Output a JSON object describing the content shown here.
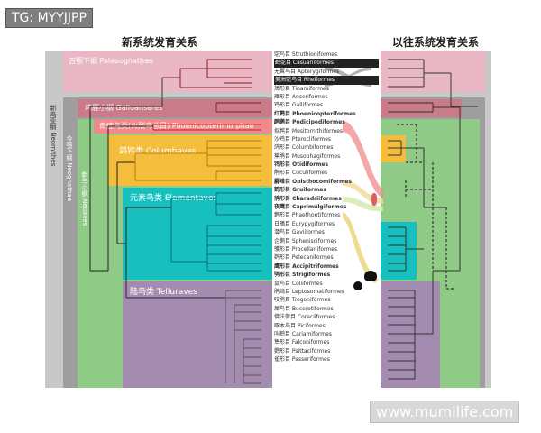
{
  "watermark_tl": "TG: MYYJJPP",
  "watermark_br": "www.mumilife.com",
  "titles": {
    "left": "新系统发育关系",
    "right": "以往系统发育关系"
  },
  "groups": {
    "palaeognathae": "古颚下纲 Palaeognathae",
    "galloanserae": "鸡雁小纲 Galloanseres",
    "phoenicopterimorphae": "奇迹鸟类(火烈鸟总目) Phoenicopterimorphae",
    "columbaves": "鸽鸨类 Columbaves",
    "elementaves": "元素鸟类 Elementaves",
    "telluraves": "陆鸟类 Telluraves"
  },
  "vertical_labels": {
    "neornithes": "新鸟亚纲 Neornithes",
    "neognathae": "今颚下纲 Neognathae",
    "neoaves": "新鸟小纲 Neoaves"
  },
  "orders": [
    {
      "text": "鸵鸟目 Struthioniformes",
      "style": "plain"
    },
    {
      "text": "鹤鸵目 Casuariiformes",
      "style": "hl"
    },
    {
      "text": "无翼鸟目 Apterygiformes",
      "style": "plain"
    },
    {
      "text": "美洲鸵鸟目 Rheiformes",
      "style": "hl"
    },
    {
      "text": "鴂形目 Tinamiformes",
      "style": "plain"
    },
    {
      "text": "雁形目 Anseriformes",
      "style": "plain"
    },
    {
      "text": "鸡形目 Galliformes",
      "style": "plain"
    },
    {
      "text": "红鹳目 Phoenicopteriformes",
      "style": "bold"
    },
    {
      "text": "䴙䴘目 Podicipediformes",
      "style": "bold"
    },
    {
      "text": "拟鹑目 Mesitornithiformes",
      "style": "plain"
    },
    {
      "text": "沙鸡目 Pterocliformes",
      "style": "plain"
    },
    {
      "text": "鸽形目 Columbiformes",
      "style": "plain"
    },
    {
      "text": "蕉鹃目 Musophagiformes",
      "style": "plain"
    },
    {
      "text": "鸨形目 Otidiformes",
      "style": "bold"
    },
    {
      "text": "鹃形目 Cuculiformes",
      "style": "plain"
    },
    {
      "text": "麝雉目 Opisthocomiformes",
      "style": "bold"
    },
    {
      "text": "鹤形目 Gruiformes",
      "style": "bold"
    },
    {
      "text": "鸻形目 Charadriiformes",
      "style": "bold"
    },
    {
      "text": "夜鹰目 Caprimulgiformes",
      "style": "bold"
    },
    {
      "text": "鹲形目 Phaethontiformes",
      "style": "plain"
    },
    {
      "text": "日鳽目 Eurypygiformes",
      "style": "plain"
    },
    {
      "text": "潜鸟目 Gaviiformes",
      "style": "plain"
    },
    {
      "text": "企鹅目 Sphenisciformes",
      "style": "plain"
    },
    {
      "text": "鹱形目 Procellariiformes",
      "style": "plain"
    },
    {
      "text": "鹈形目 Pelecaniformes",
      "style": "plain"
    },
    {
      "text": "鹰形目 Accipitriformes",
      "style": "bold"
    },
    {
      "text": "鸮形目 Strigiformes",
      "style": "bold"
    },
    {
      "text": "鼠鸟目 Coliiformes",
      "style": "plain"
    },
    {
      "text": "鹃鴗目 Leptosomatiformes",
      "style": "plain"
    },
    {
      "text": "咬鹃目 Trogoniformes",
      "style": "plain"
    },
    {
      "text": "犀鸟目 Bucerotiformes",
      "style": "plain"
    },
    {
      "text": "佛法僧目 Coraciiformes",
      "style": "plain"
    },
    {
      "text": "啄木鸟目 Piciformes",
      "style": "plain"
    },
    {
      "text": "叫鹤目 Cariamiformes",
      "style": "plain"
    },
    {
      "text": "隼形目 Falconiformes",
      "style": "plain"
    },
    {
      "text": "鹦形目 Psittaciformes",
      "style": "plain"
    },
    {
      "text": "雀形目 Passeriformes",
      "style": "plain"
    }
  ],
  "colors": {
    "palaeognathae": "#e9b8c4",
    "galloanserae": "#c97b8a",
    "phoenicopterimorphae": "#f08a8a",
    "columbaves": "#f5bd3c",
    "elementaves": "#18bfbf",
    "telluraves": "#a48cb0",
    "neoaves": "#8fca86",
    "neognathae": "#9e9e9e"
  }
}
